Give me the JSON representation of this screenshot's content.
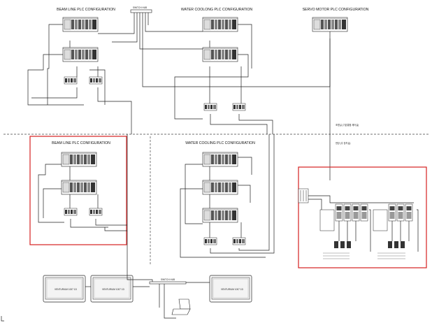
{
  "titles": {
    "beam_top": "BEAM LINE PLC CONFIGURATION",
    "water_top": "WATER COOLONG PLC CONFIGURATION",
    "servo_top": "SERVO MOTOR PLC CONFIGURATION",
    "beam_bottom": "BEAM LINE PLC CONFIGURATION",
    "water_bottom": "WATER COOLING PLC CONFIGURATION"
  },
  "labels": {
    "switch_top": "SWITCH HUB",
    "switch_bottom": "SWITCH HUB",
    "zone_upper": "조명실 (기존통합 제어실)",
    "zone_lower": "현장 (주 장치실)"
  },
  "hmi_screens": [
    "VENTURIUM 1007 1D",
    "VENTURIUM 1007 1D",
    "VENTURIUM 1007 1D"
  ],
  "colors": {
    "highlight": "#d62020",
    "line": "#222222"
  }
}
